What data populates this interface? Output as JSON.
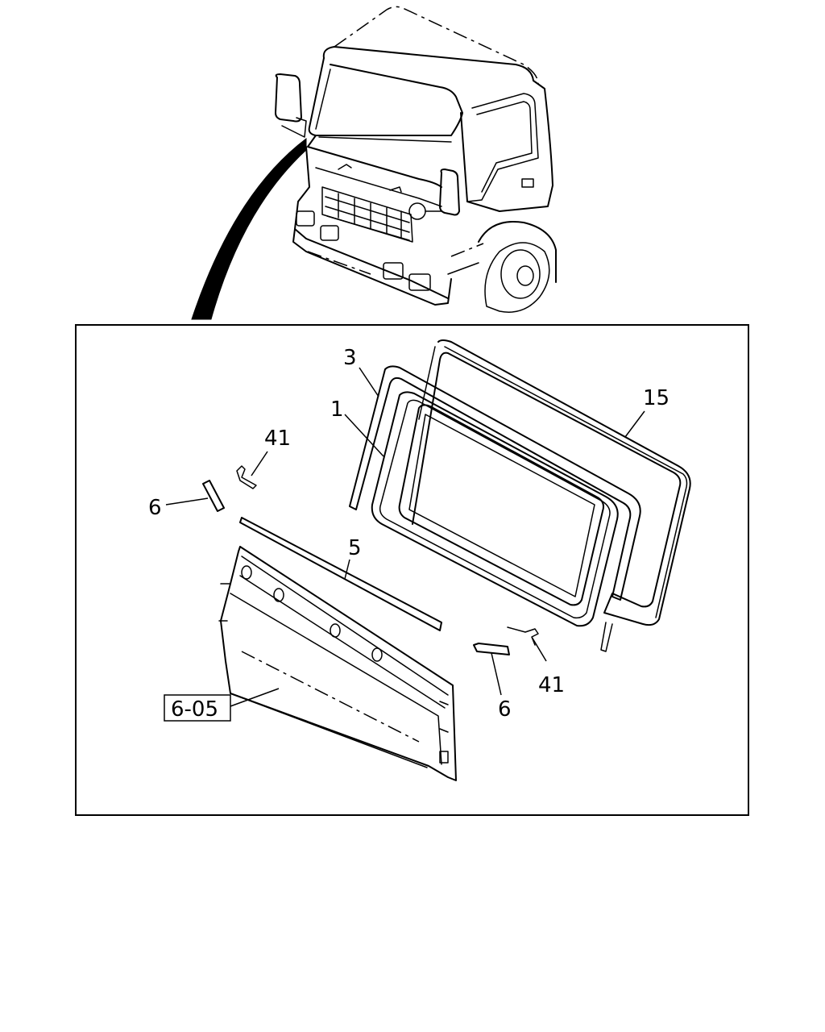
{
  "diagram": {
    "callouts": {
      "c1": "1",
      "c3": "3",
      "c15": "15",
      "c41_left": "41",
      "c41_right": "41",
      "c6_left": "6",
      "c6_right": "6",
      "c5": "5",
      "ref": "6-05"
    },
    "colors": {
      "ink": "#000000",
      "paper": "#ffffff"
    }
  }
}
